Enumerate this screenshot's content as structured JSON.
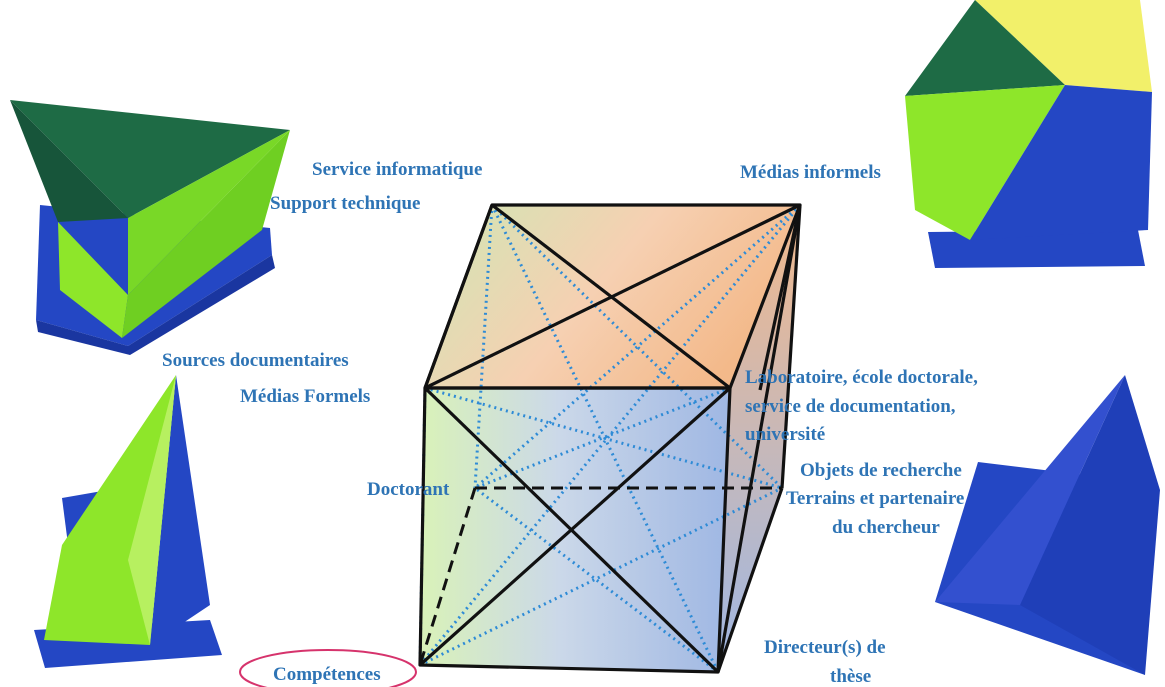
{
  "labels": {
    "service_informatique": "Service informatique",
    "support_technique": "Support technique",
    "medias_informels": "Médias informels",
    "sources_documentaires": "Sources documentaires",
    "medias_formels": "Médias Formels",
    "laboratoire_line1": "Laboratoire, école doctorale,",
    "laboratoire_line2": "service de documentation,",
    "laboratoire_line3": "université",
    "doctorant": "Doctorant",
    "objets_de_recherche": "Objets de recherche",
    "terrains_line1": "Terrains et partenaire",
    "terrains_line2": "du chercheur",
    "competences": "Compétences",
    "directeur_line1": "Directeur(s) de",
    "directeur_line2": "thèse"
  },
  "colors": {
    "label_text": "#2e74b5",
    "dotted_lines": "#2e8bd6",
    "edges": "#111111",
    "highlight_ellipse": "#d6336c",
    "dark_green": "#1e6b45",
    "lime_green": "#8ee62a",
    "royal_blue": "#2447c4",
    "yellow": "#f2f06a",
    "peach": "#f3b98a"
  },
  "photos": [
    {
      "name": "tetrahedron-photo-top-left",
      "subject": "3d-printed green and blue tetrahedron on blue base"
    },
    {
      "name": "tetrahedron-photo-top-right",
      "subject": "3d-printed cube of green, blue and yellow pieces on blue base"
    },
    {
      "name": "tetrahedron-photo-bottom-left",
      "subject": "3d-printed lime and blue pyramid on blue base"
    },
    {
      "name": "tetrahedron-photo-bottom-right",
      "subject": "3d-printed blue pyramid on blue base"
    }
  ]
}
